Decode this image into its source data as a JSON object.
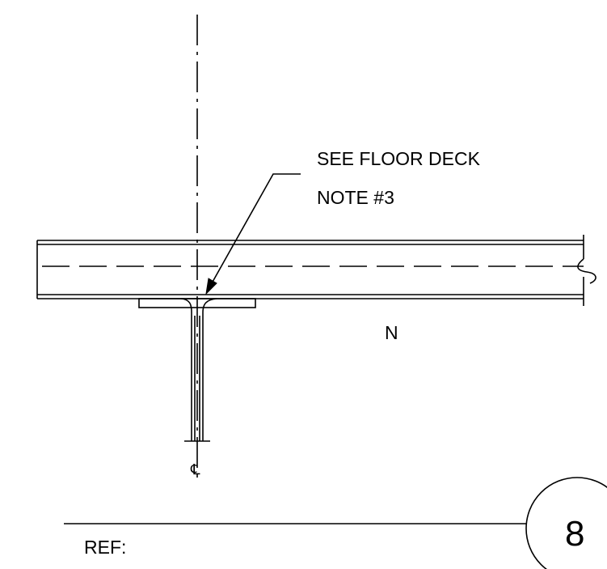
{
  "note": {
    "line1": "SEE FLOOR DECK",
    "line2": "NOTE #3"
  },
  "section_mark": "N",
  "centerline_symbol": "℄",
  "reference": {
    "label": "REF:"
  },
  "detail_bubble": {
    "number": "8"
  },
  "colors": {
    "linework": "#000000",
    "background": "#ffffff"
  }
}
